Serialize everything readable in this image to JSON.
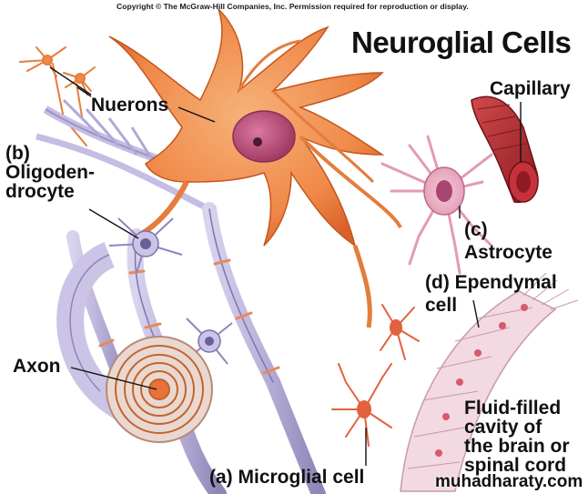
{
  "copyright": "Copyright © The McGraw-Hill Companies, Inc. Permission required for reproduction or display.",
  "title": "Neuroglial Cells",
  "labels": {
    "neurons": "Nuerons",
    "oligo_prefix": "(b)",
    "oligo_line1": "Oligoden-",
    "oligo_line2": "drocyte",
    "capillary": "Capillary",
    "astro_prefix": "(c)",
    "astrocyte": "Astrocyte",
    "epend_line1": "(d) Ependymal",
    "epend_line2": "cell",
    "axon": "Axon",
    "fluid_line1": "Fluid-filled",
    "fluid_line2": "cavity of",
    "fluid_line3": "the brain or",
    "fluid_line4": "spinal cord",
    "microglial": "(a) Microglial cell"
  },
  "watermark": "muhadharaty.com",
  "colors": {
    "neuron": "#f28a4a",
    "neuron_shade": "#e06a2e",
    "glia": "#b7afd6",
    "glia_dark": "#8f86b8",
    "capillary": "#b3262e",
    "nucleus": "#c0527a"
  }
}
